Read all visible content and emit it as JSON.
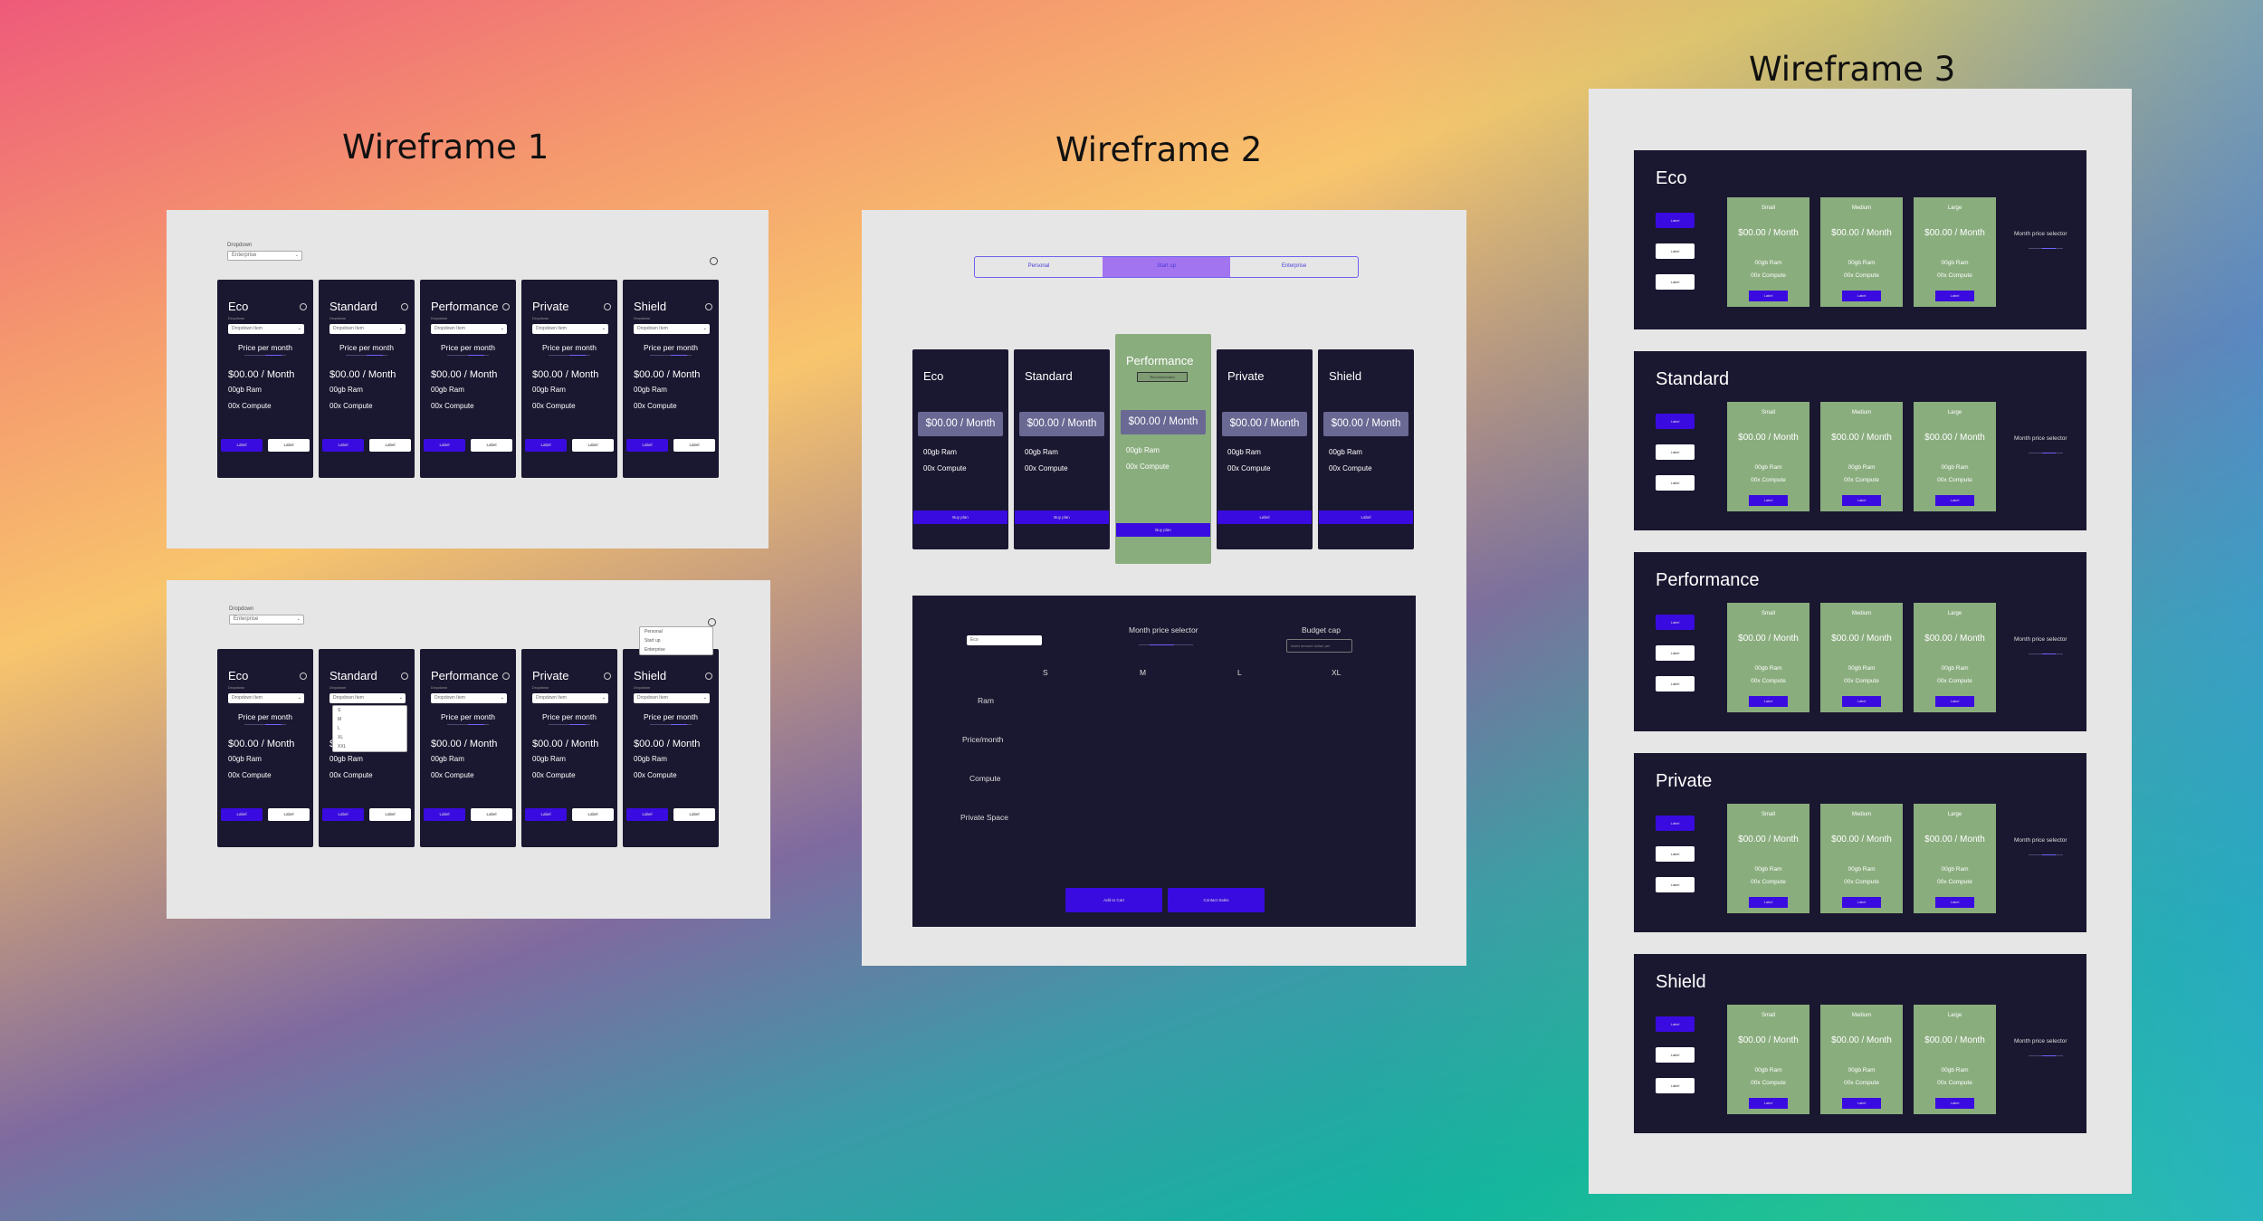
{
  "wireframes": {
    "wf1_title": "Wireframe 1",
    "wf2_title": "Wireframe 2",
    "wf3_title": "Wireframe 3"
  },
  "wf1": {
    "dropdown_label": "Dropdown",
    "dropdown_value": "Enterprise",
    "card_subtitle": "Dropdown",
    "card_select": "Dropdown Item",
    "price_per_month": "Price per month",
    "price": "$00.00 / Month",
    "ram": "00gb Ram",
    "compute": "00x Compute",
    "btn_primary": "Label",
    "btn_secondary": "Label",
    "plans": [
      "Eco",
      "Standard",
      "Performance",
      "Private",
      "Shield"
    ],
    "open_select_options": [
      "S",
      "M",
      "L",
      "XL",
      "XXL"
    ],
    "gear_menu_options": [
      "Personal",
      "Start up",
      "Enterprise"
    ]
  },
  "wf2": {
    "tabs": [
      "Personal",
      "Start up",
      "Enterprise"
    ],
    "plans": [
      "Eco",
      "Standard",
      "Performance",
      "Private",
      "Shield"
    ],
    "recommended": "Recommended",
    "price": "$00.00 / Month",
    "ram": "00gb Ram",
    "compute": "00x Compute",
    "buy": "Buy plan",
    "buy_highlight": "Buy plan",
    "buy_label": "Label",
    "config": {
      "input_value": "Eco",
      "month_price_selector": "Month price selector",
      "budget_cap": "Budget cap",
      "budget_placeholder": "Insert amount dollar/ per",
      "sizes": [
        "S",
        "M",
        "L",
        "XL"
      ],
      "rows": [
        "Ram",
        "Price/month",
        "Compute",
        "Private Space"
      ],
      "add_to_cart": "Add to Cart",
      "contact_sales": "Contact Sales"
    }
  },
  "wf3": {
    "plans": [
      "Eco",
      "Standard",
      "Performance",
      "Private",
      "Shield"
    ],
    "sizes": [
      "Small",
      "Medium",
      "Large"
    ],
    "price": "$00.00 / Month",
    "ram": "00gb Ram",
    "compute": "00x Compute",
    "label": "Label",
    "month_price_selector": "Month price selector"
  },
  "colors": {
    "card_dark": "#1a1730",
    "accent_blue": "#3a0be0",
    "highlight_green": "#8aad7e",
    "tab_active": "#a374f0"
  }
}
